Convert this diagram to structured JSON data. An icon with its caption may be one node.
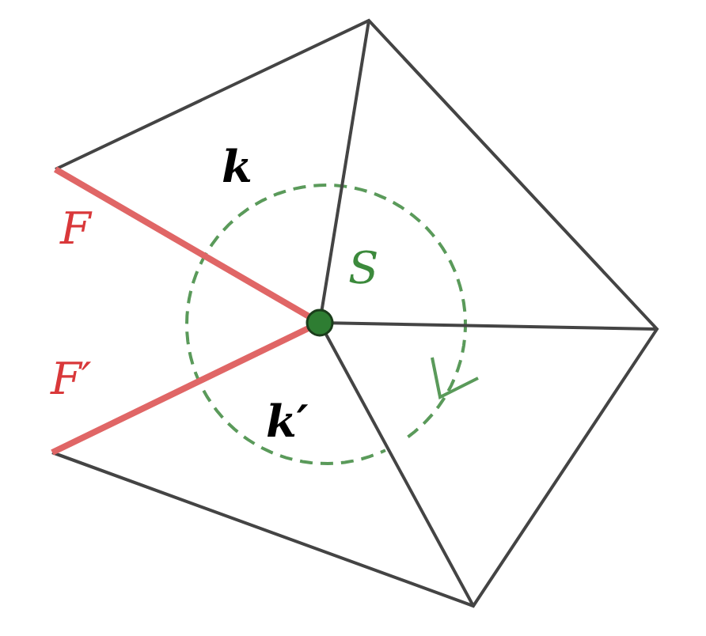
{
  "diagram": {
    "labels": [
      "k",
      "F",
      "S",
      "F′",
      "k′"
    ]
  }
}
